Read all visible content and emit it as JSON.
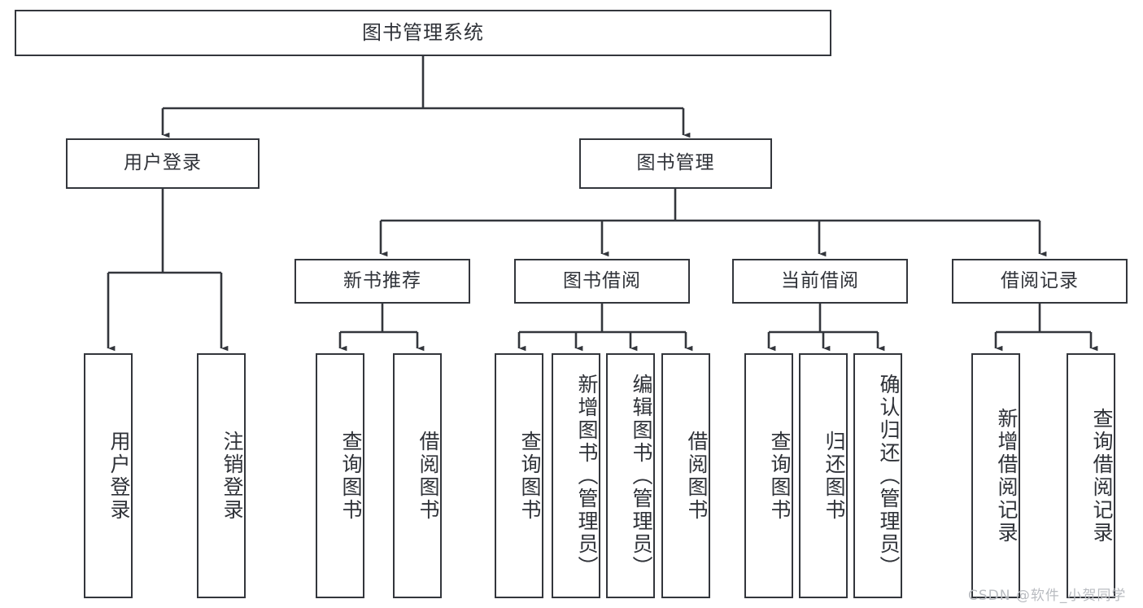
{
  "diagram": {
    "title": "图书管理系统",
    "type": "tree-structure-chart",
    "watermark": "CSDN @软件_小贺同学",
    "line_color": "#33363c",
    "text_color": "#2f3238",
    "background": "#ffffff"
  },
  "levels": {
    "root": {
      "label": "图书管理系统"
    },
    "level2": [
      {
        "label": "用户登录"
      },
      {
        "label": "图书管理"
      }
    ],
    "level3": [
      {
        "label": "新书推荐"
      },
      {
        "label": "图书借阅"
      },
      {
        "label": "当前借阅"
      },
      {
        "label": "借阅记录"
      }
    ],
    "leaves": {
      "user_login": [
        {
          "label": "用户登录"
        },
        {
          "label": "注销登录"
        }
      ],
      "new_book": [
        {
          "label": "查询图书"
        },
        {
          "label": "借阅图书"
        }
      ],
      "book_borrow": [
        {
          "label": "查询图书"
        },
        {
          "label": "新增图书（管理员）"
        },
        {
          "label": "编辑图书（管理员）"
        },
        {
          "label": "借阅图书"
        }
      ],
      "current_borrow": [
        {
          "label": "查询图书"
        },
        {
          "label": "归还图书"
        },
        {
          "label": "确认归还（管理员）"
        }
      ],
      "borrow_record": [
        {
          "label": "新增借阅记录"
        },
        {
          "label": "查询借阅记录"
        }
      ]
    }
  }
}
